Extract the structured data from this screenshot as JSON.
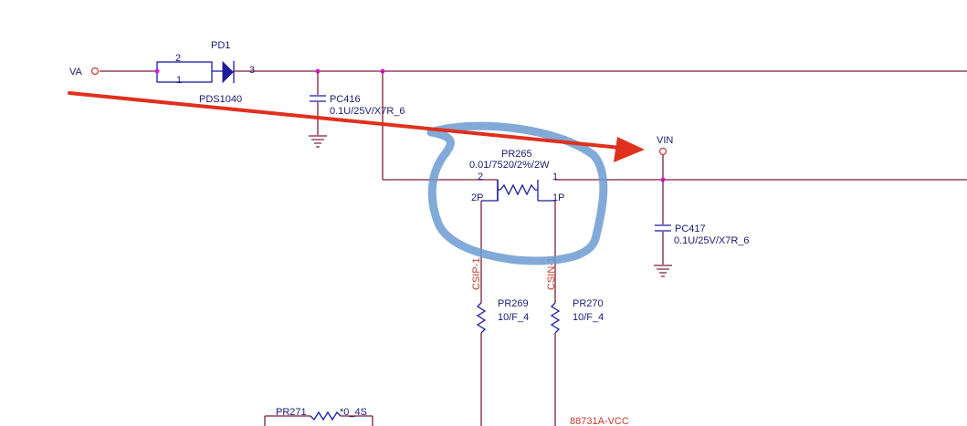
{
  "schematic": {
    "ports": {
      "va": "VA",
      "vin": "VIN"
    },
    "diode": {
      "ref": "PD1",
      "part": "PDS1040",
      "pin_a": "2",
      "pin_b": "1",
      "pin_c": "3"
    },
    "cap_pc416": {
      "ref": "PC416",
      "value": "0.1U/25V/X7R_6"
    },
    "shunt_pr265": {
      "ref": "PR265",
      "value": "0.01/7520/2%/2W",
      "pin_left": "2",
      "pin_right": "1",
      "pin_left_p": "2P",
      "pin_right_p": "1P"
    },
    "cap_pc417": {
      "ref": "PC417",
      "value": "0.1U/25V/X7R_6"
    },
    "res_pr269": {
      "ref": "PR269",
      "value": "10/F_4"
    },
    "res_pr270": {
      "ref": "PR270",
      "value": "10/F_4"
    },
    "res_pr271": {
      "ref": "PR271",
      "value": "*0_4S"
    },
    "nets": {
      "csip": "CSIP-1",
      "csin": "CSIN-1",
      "vcc": "88731A-VCC"
    }
  },
  "annotations": {
    "arrow_color": "#e0301e",
    "highlight_color": "#6b9bd1"
  }
}
